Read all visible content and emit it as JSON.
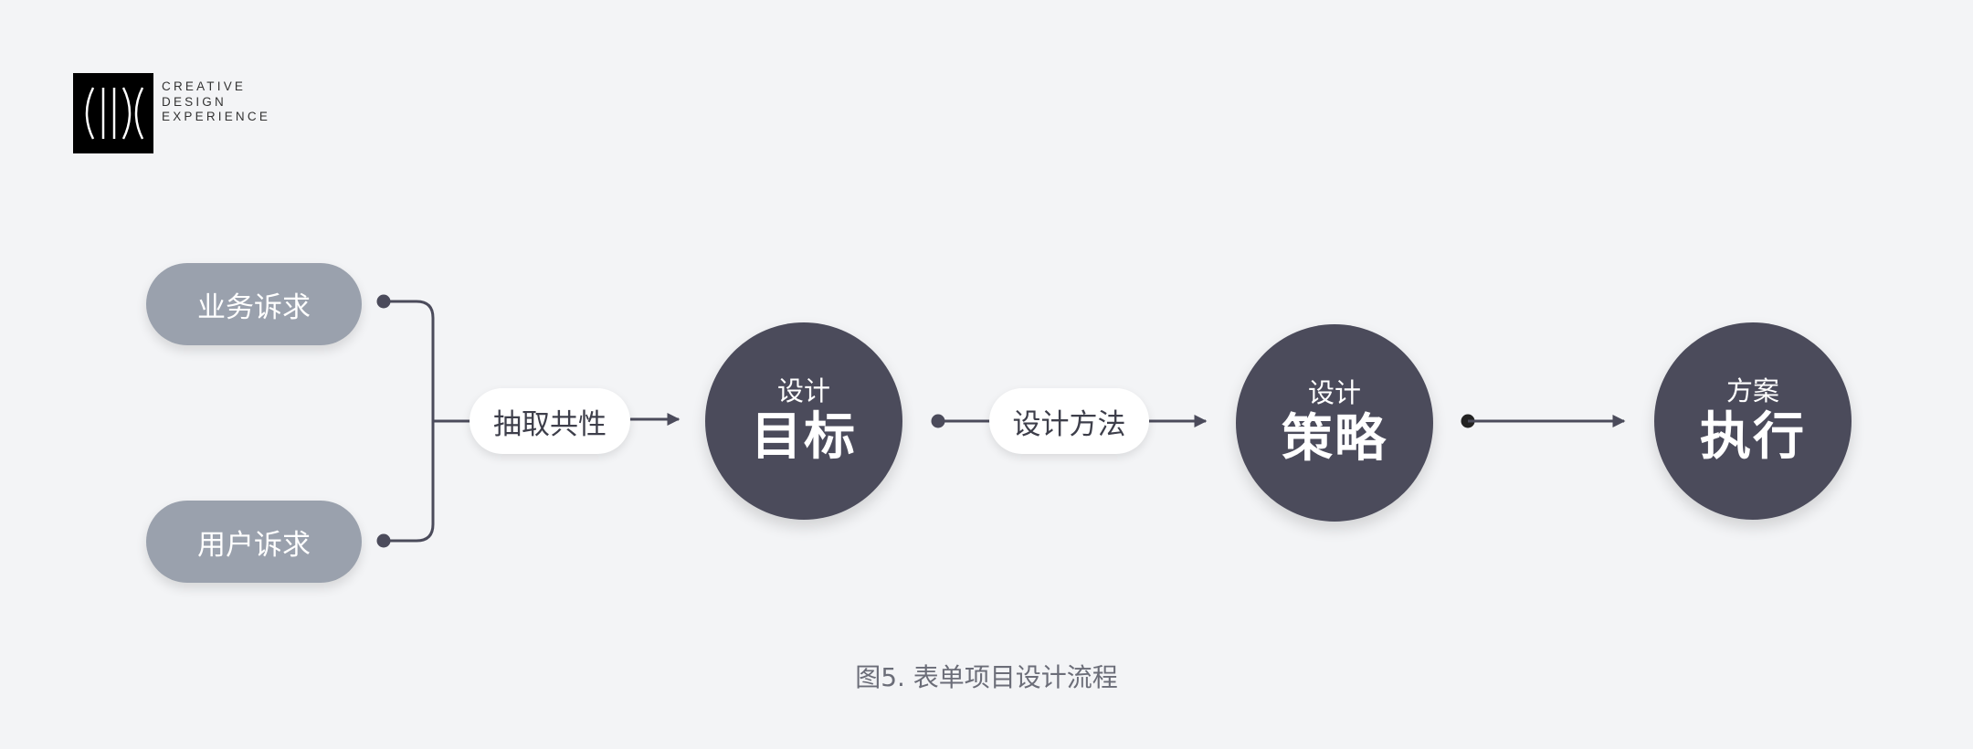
{
  "logo": {
    "lines": [
      "CREATIVE",
      "DESIGN",
      "EXPERIENCE"
    ],
    "icon": "logo-mark"
  },
  "inputs": {
    "business": "业务诉求",
    "user": "用户诉求"
  },
  "connectors": {
    "extract": "抽取共性",
    "method": "设计方法"
  },
  "nodes": [
    {
      "small": "设计",
      "big": "目标"
    },
    {
      "small": "设计",
      "big": "策略"
    },
    {
      "small": "方案",
      "big": "执行"
    }
  ],
  "caption": "图5. 表单项目设计流程",
  "colors": {
    "background": "#f3f4f6",
    "pill_gray": "#9aa1ad",
    "circle": "#4b4b5b",
    "line": "#4b4b5b"
  }
}
